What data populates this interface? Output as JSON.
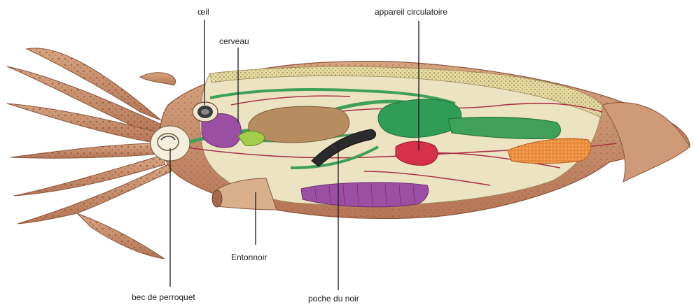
{
  "labels": {
    "oeil": "œil",
    "appareil": "appareil circulatoire",
    "cerveau": "cerveau",
    "entonnoir": "Entonnoir",
    "bec": "bec de perroquet",
    "poche": "poche du noir"
  },
  "colors": {
    "skin": "#c98f6e",
    "skin_dark": "#a4694a",
    "skin_spots": "#7a4530",
    "cavity": "#ece3c3",
    "digestive_green": "#3fa05a",
    "stomach_green": "#2f9d57",
    "liver_brown": "#b78c61",
    "gonad_orange": "#e98a3a",
    "gill_purple": "#9b4fa3",
    "heart_red": "#d6304a",
    "ink_black": "#2b2b2b",
    "vessel_red": "#a7334a",
    "gladius_yellow": "#efe5a8"
  }
}
